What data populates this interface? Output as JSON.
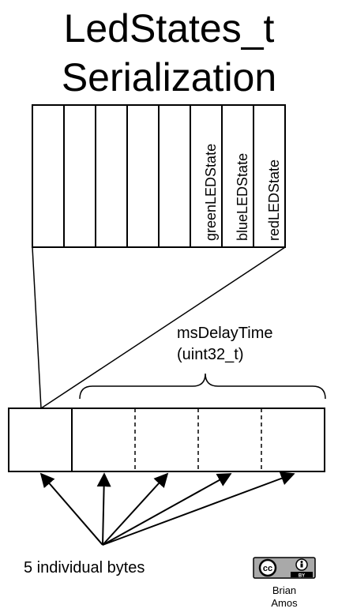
{
  "title": {
    "line1": "LedStates_t",
    "line2": "Serialization"
  },
  "bits": [
    "greenLEDState",
    "blueLEDState",
    "redLEDState"
  ],
  "ms_delay": {
    "name": "msDelayTime",
    "type": "(uint32_t)"
  },
  "bytes_label": "5 individual bytes",
  "license": {
    "badge_left": "cc",
    "badge_right": "BY",
    "author_first": "Brian",
    "author_last": "Amos"
  },
  "colors": {
    "stroke": "#000000",
    "background": "#ffffff",
    "badge_bg": "#a9a9a9"
  }
}
